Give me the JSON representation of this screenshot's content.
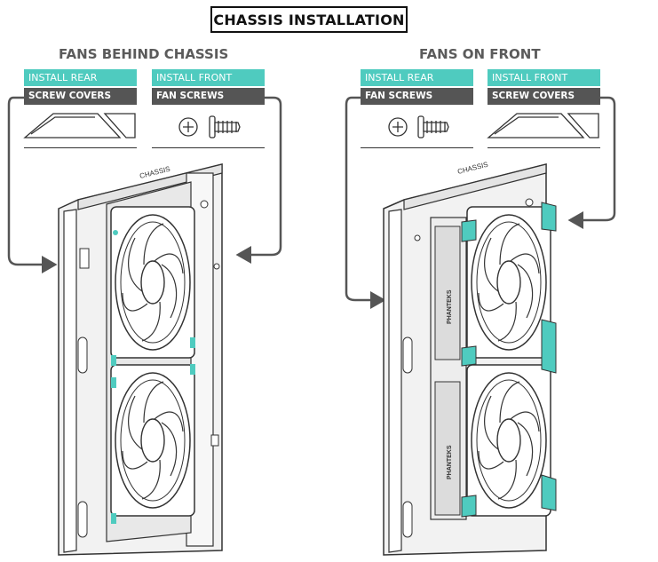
{
  "title": "CHASSIS INSTALLATION",
  "left": {
    "heading": "FANS BEHIND CHASSIS",
    "boxA": {
      "line1": "INSTALL REAR",
      "line2": "SCREW COVERS"
    },
    "boxB": {
      "line1": "INSTALL FRONT",
      "line2": "FAN SCREWS"
    },
    "chassis_label": "CHASSIS",
    "fan_brand": ""
  },
  "right": {
    "heading": "FANS ON FRONT",
    "boxA": {
      "line1": "INSTALL REAR",
      "line2": "FAN SCREWS"
    },
    "boxB": {
      "line1": "INSTALL FRONT",
      "line2": "SCREW COVERS"
    },
    "chassis_label": "CHASSIS",
    "fan_brand": "PHANTEKS"
  },
  "colors": {
    "accent": "#4fcbbf",
    "dark_bar": "#555555",
    "line": "#333333"
  }
}
